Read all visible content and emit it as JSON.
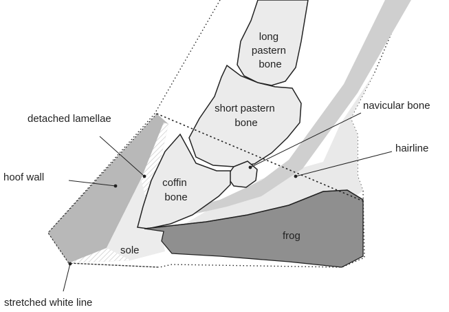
{
  "diagram": {
    "labels": {
      "long_pastern_bone": [
        "long",
        "pastern",
        "bone"
      ],
      "short_pastern_bone": [
        "short pastern",
        "bone"
      ],
      "navicular_bone": "navicular bone",
      "detached_lamellae": "detached lamellae",
      "hairline": "hairline",
      "hoof_wall": "hoof wall",
      "coffin_bone": [
        "coffin",
        "bone"
      ],
      "frog": "frog",
      "sole": "sole",
      "stretched_white_line": "stretched white line"
    }
  }
}
